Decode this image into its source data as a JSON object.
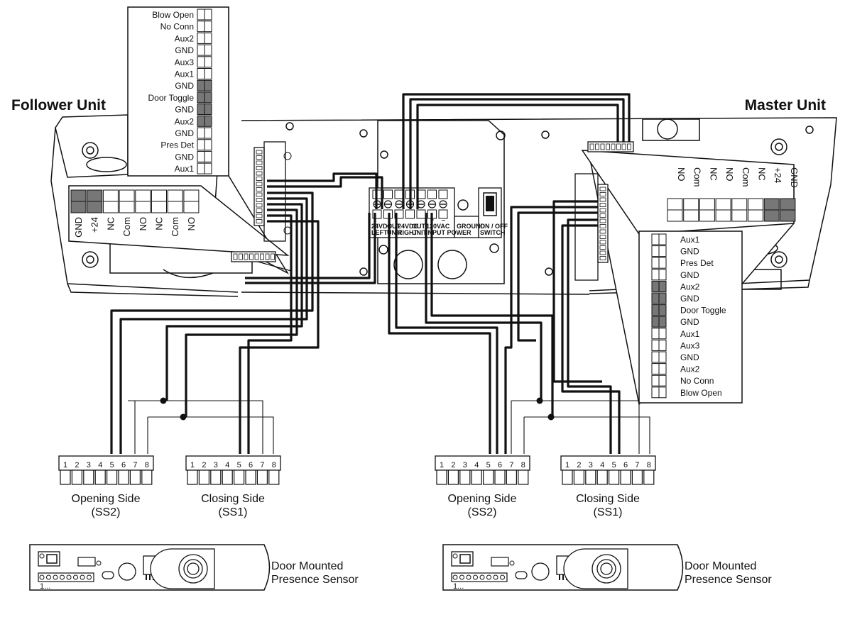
{
  "titles": {
    "follower": "Follower Unit",
    "master": "Master Unit"
  },
  "terminal_labels": [
    "Blow Open",
    "No Conn",
    "Aux2",
    "GND",
    "Aux3",
    "Aux1",
    "GND",
    "Door Toggle",
    "GND",
    "Aux2",
    "GND",
    "Pres Det",
    "GND",
    "Aux1"
  ],
  "terminal_labels_master": [
    "Aux1",
    "GND",
    "Pres Det",
    "GND",
    "Aux2",
    "GND",
    "Door Toggle",
    "GND",
    "Aux1",
    "Aux3",
    "GND",
    "Aux2",
    "No Conn",
    "Blow Open"
  ],
  "relay_labels": [
    "GND",
    "+24",
    "NC",
    "Com",
    "NO",
    "NC",
    "Com",
    "NO"
  ],
  "relay_labels_master": [
    "NO",
    "Com",
    "NC",
    "NO",
    "Com",
    "NC",
    "+24",
    "GND"
  ],
  "power_block": {
    "labels": [
      "24VDC",
      "OUT",
      "24VDC",
      "OUT",
      "120VAC",
      "GROUND",
      "ON / OFF"
    ],
    "sublabels": [
      "LEFT",
      "UNIT",
      "RIGHT",
      "UNIT",
      "INPUT POWER",
      "",
      "SWITCH"
    ],
    "signs": [
      "+",
      "–"
    ]
  },
  "connector_numbers": [
    "1",
    "2",
    "3",
    "4",
    "5",
    "6",
    "7",
    "8"
  ],
  "connectors": [
    {
      "name": "Opening Side",
      "code": "(SS2)"
    },
    {
      "name": "Closing Side",
      "code": "(SS1)"
    },
    {
      "name": "Opening Side",
      "code": "(SS2)"
    },
    {
      "name": "Closing Side",
      "code": "(SS1)"
    }
  ],
  "sensors": [
    {
      "line1": "Door Mounted",
      "line2": "Presence Sensor",
      "pin_label": "1..."
    },
    {
      "line1": "Door Mounted",
      "line2": "Presence Sensor",
      "pin_label": "1..."
    }
  ]
}
